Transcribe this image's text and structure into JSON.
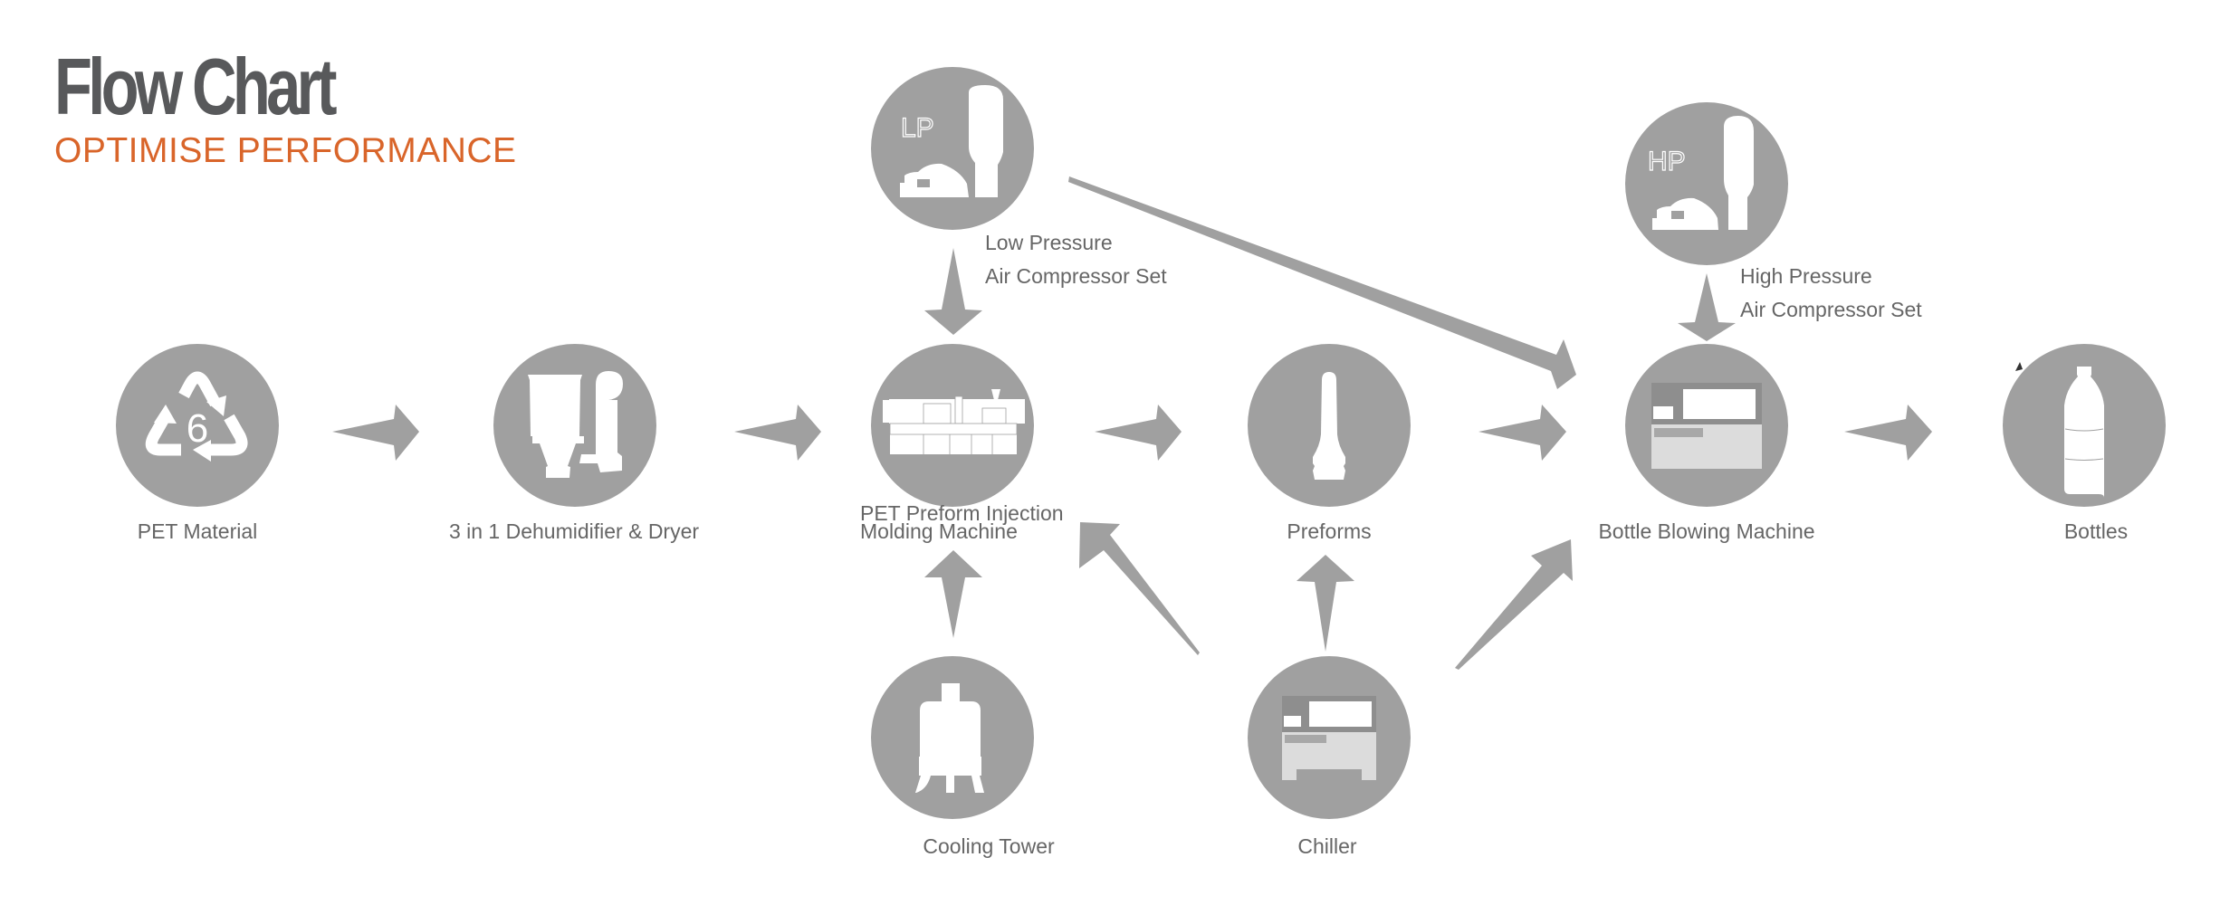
{
  "header": {
    "title": "Flow Chart",
    "subtitle": "OPTIMISE PERFORMANCE"
  },
  "colors": {
    "title": "#58595b",
    "accent": "#d9652a",
    "node_fill": "#a0a0a0",
    "arrow_fill": "#a0a0a0",
    "label": "#666666"
  },
  "nodes": [
    {
      "id": "pet-material",
      "label": "PET Material",
      "icon": "recycle-6-icon",
      "icon_text": "6"
    },
    {
      "id": "dryer",
      "label": "3 in 1 Dehumidifier & Dryer",
      "icon": "dryer-hopper-icon"
    },
    {
      "id": "injection",
      "label_lines": [
        "PET Preform Injection",
        "Molding Machine"
      ],
      "icon": "injection-machine-icon"
    },
    {
      "id": "preforms",
      "label": "Preforms",
      "icon": "preform-icon"
    },
    {
      "id": "blowing",
      "label": "Bottle Blowing Machine",
      "icon": "blowing-machine-icon"
    },
    {
      "id": "bottles",
      "label": "Bottles",
      "icon": "bottle-icon"
    },
    {
      "id": "lp-compressor",
      "label_lines": [
        "Low Pressure",
        "Air Compressor Set"
      ],
      "icon": "compressor-icon",
      "icon_text": "LP"
    },
    {
      "id": "hp-compressor",
      "label_lines": [
        "High Pressure",
        "Air Compressor Set"
      ],
      "icon": "compressor-icon",
      "icon_text": "HP"
    },
    {
      "id": "cooling-tower",
      "label": "Cooling Tower",
      "icon": "cooling-tower-icon"
    },
    {
      "id": "chiller",
      "label": "Chiller",
      "icon": "chiller-icon"
    }
  ],
  "edges": [
    {
      "from": "pet-material",
      "to": "dryer"
    },
    {
      "from": "dryer",
      "to": "injection"
    },
    {
      "from": "injection",
      "to": "preforms"
    },
    {
      "from": "preforms",
      "to": "blowing"
    },
    {
      "from": "blowing",
      "to": "bottles"
    },
    {
      "from": "lp-compressor",
      "to": "injection"
    },
    {
      "from": "lp-compressor",
      "to": "blowing"
    },
    {
      "from": "hp-compressor",
      "to": "blowing"
    },
    {
      "from": "cooling-tower",
      "to": "injection"
    },
    {
      "from": "chiller",
      "to": "injection"
    },
    {
      "from": "chiller",
      "to": "preforms"
    },
    {
      "from": "chiller",
      "to": "blowing"
    }
  ]
}
